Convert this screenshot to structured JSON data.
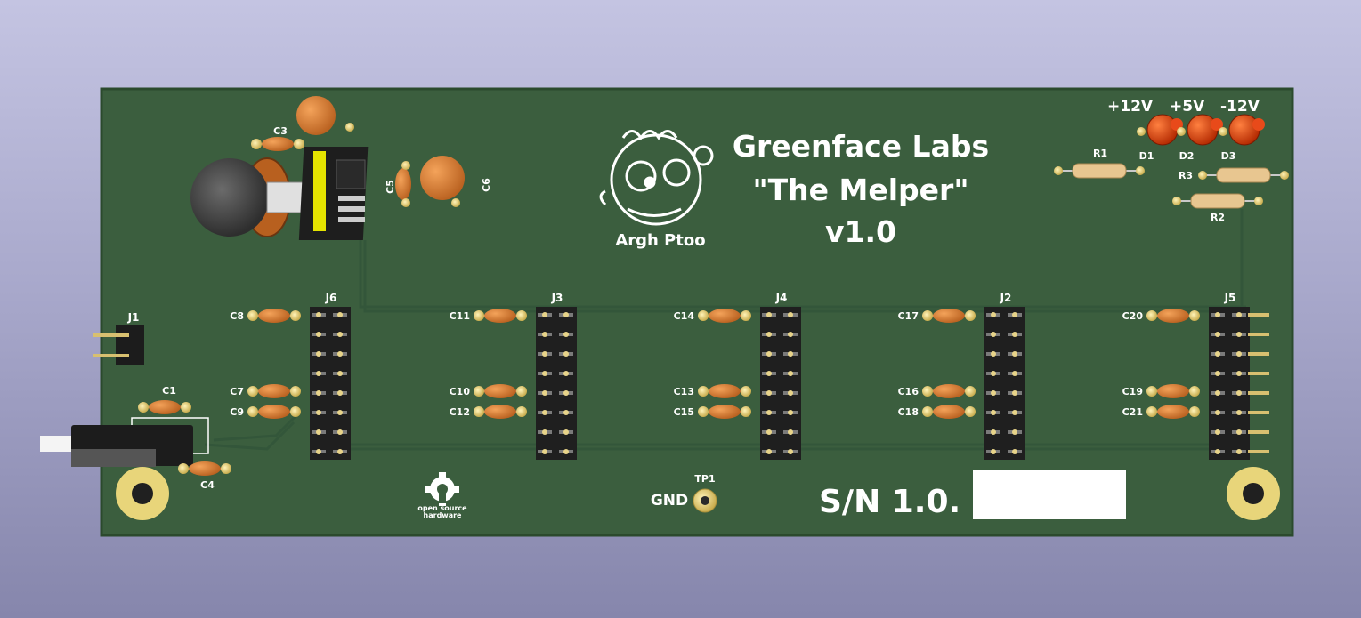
{
  "board": {
    "title": "Greenface Labs",
    "subtitle": "\"The Melper\"",
    "version": "v1.0",
    "mascot_label": "Argh Ptoo",
    "serial_prefix": "S/N 1.0.",
    "gnd_label": "GND",
    "tp_label": "TP1",
    "osh_line1": "open source",
    "osh_line2": "hardware"
  },
  "colors": {
    "background": "#a9a9cc",
    "pcb": "#3b5e3e",
    "silkscreen": "#ffffff",
    "capacitor": "#c8743a",
    "led": "#d8461c",
    "pad": "#e8d48a"
  },
  "power_rails": [
    "+12V",
    "+5V",
    "-12V"
  ],
  "leds": [
    "D1",
    "D2",
    "D3"
  ],
  "resistors": [
    "R1",
    "R3",
    "R2"
  ],
  "regulator_caps": [
    "C3",
    "C5",
    "C6",
    "C1",
    "C4"
  ],
  "header_j1": "J1",
  "headers": [
    {
      "ref": "J6",
      "caps": [
        "C8",
        "C7",
        "C9"
      ]
    },
    {
      "ref": "J3",
      "caps": [
        "C11",
        "C10",
        "C12"
      ]
    },
    {
      "ref": "J4",
      "caps": [
        "C14",
        "C13",
        "C15"
      ]
    },
    {
      "ref": "J2",
      "caps": [
        "C17",
        "C16",
        "C18"
      ]
    },
    {
      "ref": "J5",
      "caps": [
        "C20",
        "C19",
        "C21"
      ]
    }
  ]
}
